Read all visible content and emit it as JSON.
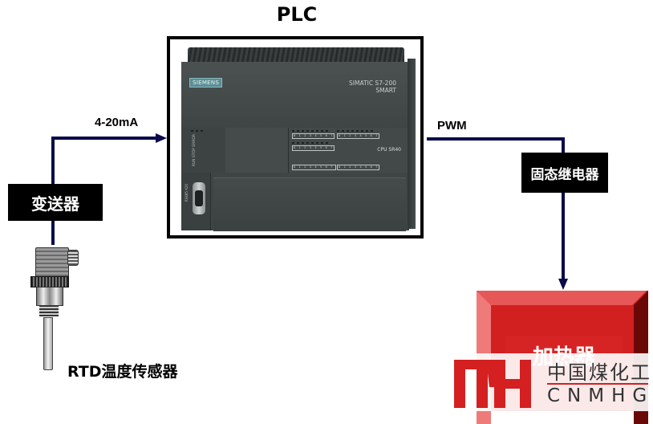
{
  "diagram": {
    "title": "PLC",
    "plc": {
      "brand": "SIEMENS",
      "model_line1": "SIMATIC S7-200",
      "model_line2": "SMART",
      "cpu": "CPU SR40",
      "status_leds": "RUN STOP ERROR",
      "port": "RS485 X20",
      "io_strip_top_left": "0 1 2 3 4 5 6 7 DI0",
      "io_strip_top_right": "0 1 2 3 4 5 6 7 DI1",
      "io_strip_mid": "0 1 2 3 4 5 6 7 DI2",
      "io_strip_bottom_left": "0 1 2 3 4 5 6 7 DQa",
      "io_strip_bottom_right": "0 1 2 3 4 5 6 7 DQb"
    },
    "signals": {
      "input": "4-20mA",
      "output": "PWM"
    },
    "nodes": {
      "transmitter": "变送器",
      "ssr": "固态继电器",
      "heater": "加热器",
      "sensor": "RTD温度传感器"
    },
    "colors": {
      "wire": "#0a0a4a",
      "heater": "#d22020",
      "box": "#000000"
    }
  },
  "watermark": {
    "cn": "中国煤化工",
    "en": "CNMHG",
    "accent": "#d42020"
  }
}
